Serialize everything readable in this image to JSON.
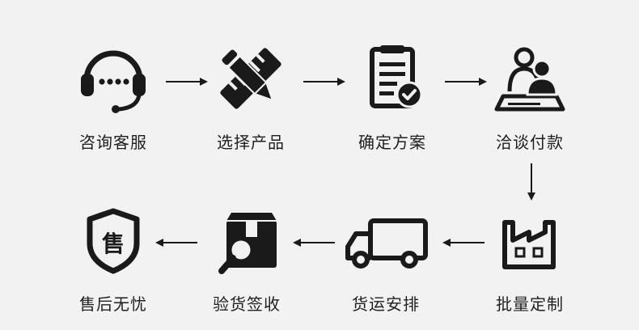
{
  "steps": [
    {
      "label": "咨询客服",
      "icon": "headset-icon"
    },
    {
      "label": "选择产品",
      "icon": "pencil-ruler-icon"
    },
    {
      "label": "确定方案",
      "icon": "checklist-clipboard-icon"
    },
    {
      "label": "洽谈付款",
      "icon": "meeting-people-icon"
    },
    {
      "label": "批量定制",
      "icon": "factory-icon"
    },
    {
      "label": "货运安排",
      "icon": "delivery-truck-icon"
    },
    {
      "label": "验货签收",
      "icon": "box-magnifier-icon"
    },
    {
      "label": "售后无忧",
      "icon": "after-sales-shield-icon"
    }
  ],
  "badge_text": "售",
  "colors": {
    "background": "#f2f2f2",
    "icon": "#1a1a1a",
    "text": "#1f1f1f"
  }
}
